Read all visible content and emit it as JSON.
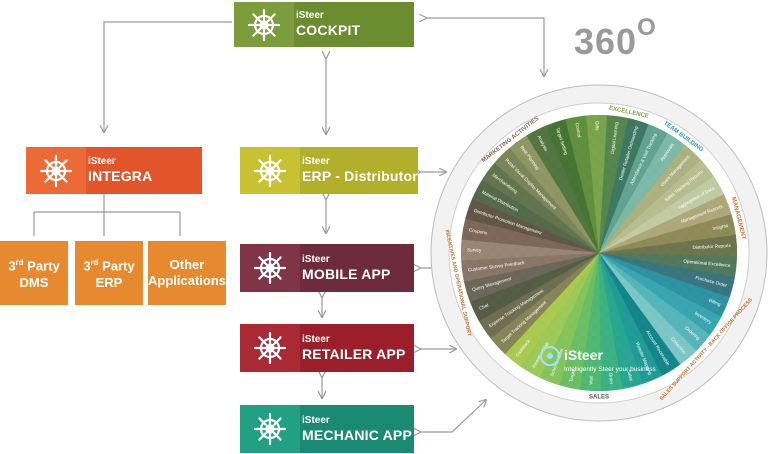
{
  "boxes": {
    "cockpit": {
      "small": "iSteer",
      "big": "COCKPIT",
      "color": "#6b8c2f",
      "icon_bg": "#7d9c3c"
    },
    "integra": {
      "small": "iSteer",
      "big": "INTEGRA",
      "color": "#e2552a",
      "icon_bg": "#ec6a36"
    },
    "erp": {
      "small": "iSteer",
      "big": "ERP - Distributor",
      "color": "#b2b02a",
      "icon_bg": "#c8c233"
    },
    "mobile": {
      "small": "iSteer",
      "big": "MOBILE APP",
      "color": "#6e2a3e",
      "icon_bg": "#7f3448"
    },
    "retailer": {
      "small": "iSteer",
      "big": "RETAILER APP",
      "color": "#9a1f2b",
      "icon_bg": "#a92935"
    },
    "mechanic": {
      "small": "iSteer",
      "big": "MECHANIC APP",
      "color": "#1a8a72",
      "icon_bg": "#23a084"
    }
  },
  "subs": {
    "dms": {
      "line1": "3",
      "sup": "rd",
      "line1b": " Party",
      "line2": "DMS"
    },
    "erp3": {
      "line1": "3",
      "sup": "rd",
      "line1b": " Party",
      "line2": "ERP"
    },
    "other": {
      "line1": "Other",
      "line2": "Applications"
    },
    "color": "#e78a2f"
  },
  "title_360": "360",
  "title_360_sup": "O",
  "wheel": {
    "ring_labels": [
      "EXCELLENCE",
      "TEAM BUILDING",
      "MANAGEMENT",
      "SALES SUPPORT ACTIVITY - BACK OFFICE PROCESS",
      "SALES",
      "INCENTIVES AND OPERATIONAL SUPPORT",
      "MARKETING ACTIVITIES"
    ],
    "spokes": [
      "Target Setting",
      "Control",
      "Gifts",
      "Digital Learning",
      "Dealer Retailer Onboarding",
      "Attendance & Visit Tracking",
      "Approvals",
      "Goals Management",
      "Sales Tracking Reports",
      "Aggregation of Data",
      "Management Reports",
      "Insights",
      "Distributor Reports",
      "Operational Excellence",
      "Purchase Order",
      "Billing",
      "Inventory",
      "Ordering",
      "Collection",
      "Account Receivable",
      "Retailer Mapping",
      "Sales",
      "Order",
      "Visit",
      "Target",
      "Scheme/ Offer",
      "Incentive Slab",
      "Cashback",
      "Target Tracking Management",
      "Expense Tracking Management",
      "Chat",
      "Query Management",
      "Customer Survey Feedback",
      "Survey",
      "Coupons",
      "Distributor Promotion Management",
      "Material Distribution",
      "Merchandising",
      "Retail Visual Display Management",
      "Beat Planning",
      "Analysis"
    ],
    "logo": "iSteer",
    "tagline": "Intelligently Steer your business"
  }
}
